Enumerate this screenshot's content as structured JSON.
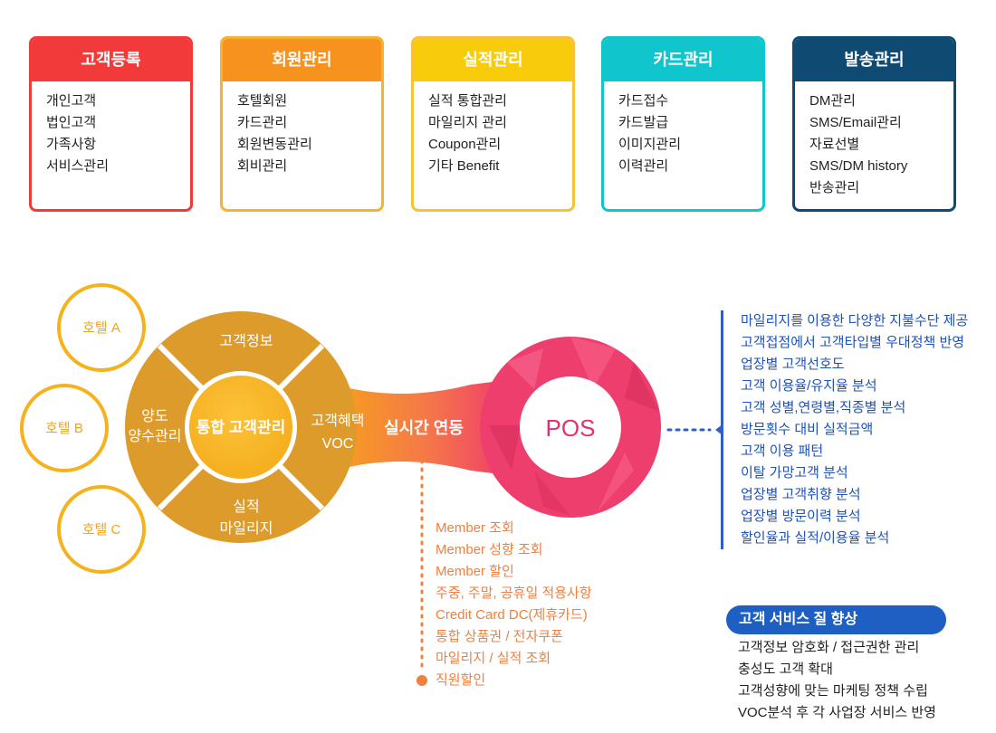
{
  "cards": [
    {
      "title": "고객등록",
      "color": "#f23a3a",
      "items": [
        "개인고객",
        "법인고객",
        "가족사항",
        "서비스관리"
      ]
    },
    {
      "title": "회원관리",
      "color": "#f7921e",
      "border": "#f6b332",
      "items": [
        "호텔회원",
        "카드관리",
        "회원변동관리",
        "회비관리"
      ]
    },
    {
      "title": "실적관리",
      "color": "#f8cc0a",
      "border": "#f6c23a",
      "items": [
        "실적 통합관리",
        "마일리지 관리",
        "Coupon관리",
        "기타 Benefit"
      ]
    },
    {
      "title": "카드관리",
      "color": "#11c5cc",
      "items": [
        "카드접수",
        "카드발급",
        "이미지관리",
        "이력관리"
      ]
    },
    {
      "title": "발송관리",
      "color": "#0f4a73",
      "items": [
        "DM관리",
        "SMS/Email관리",
        "자료선별",
        "SMS/DM history",
        "반송관리"
      ]
    }
  ],
  "hotels": [
    "호텔 A",
    "호텔 B",
    "호텔 C"
  ],
  "wheel": {
    "top": "고객정보",
    "left": [
      "양도",
      "양수관리"
    ],
    "right": [
      "고객혜택",
      "VOC"
    ],
    "bottom": [
      "실적",
      "마일리지"
    ],
    "center": "통합 고객관리"
  },
  "bridge_label": "실시간 연동",
  "pos_label": "POS",
  "pos_features": [
    "마일리지를 이용한 다양한 지불수단 제공",
    "고객접점에서 고객타입별 우대정책 반영",
    "업장별 고객선호도",
    "고객 이용율/유지율 분석",
    "고객 성별,연령별,직종별 분석",
    "방문횟수 대비 실적금액",
    "고객 이용 패턴",
    "이탈 가망고객 분석",
    "업장별 고객취향 분석",
    "업장별 방문이력 분석",
    "할인율과 실적/이용율 분석"
  ],
  "member_features": [
    "Member 조회",
    "Member 성향 조회",
    "Member 할인",
    "주중, 주말, 공휴일 적용사항",
    "Credit Card DC(제휴카드)",
    "통합 상품권 / 전자쿠폰",
    "마일리지 / 실적 조회",
    "직원할인"
  ],
  "service": {
    "title": "고객 서비스 질 향상",
    "items": [
      "고객정보 암호화 / 접근권한 관리",
      "충성도 고객 확대",
      "고객성향에 맞는 마케팅 정책 수립",
      "VOC분석 후 각 사업장 서비스 반영"
    ]
  }
}
